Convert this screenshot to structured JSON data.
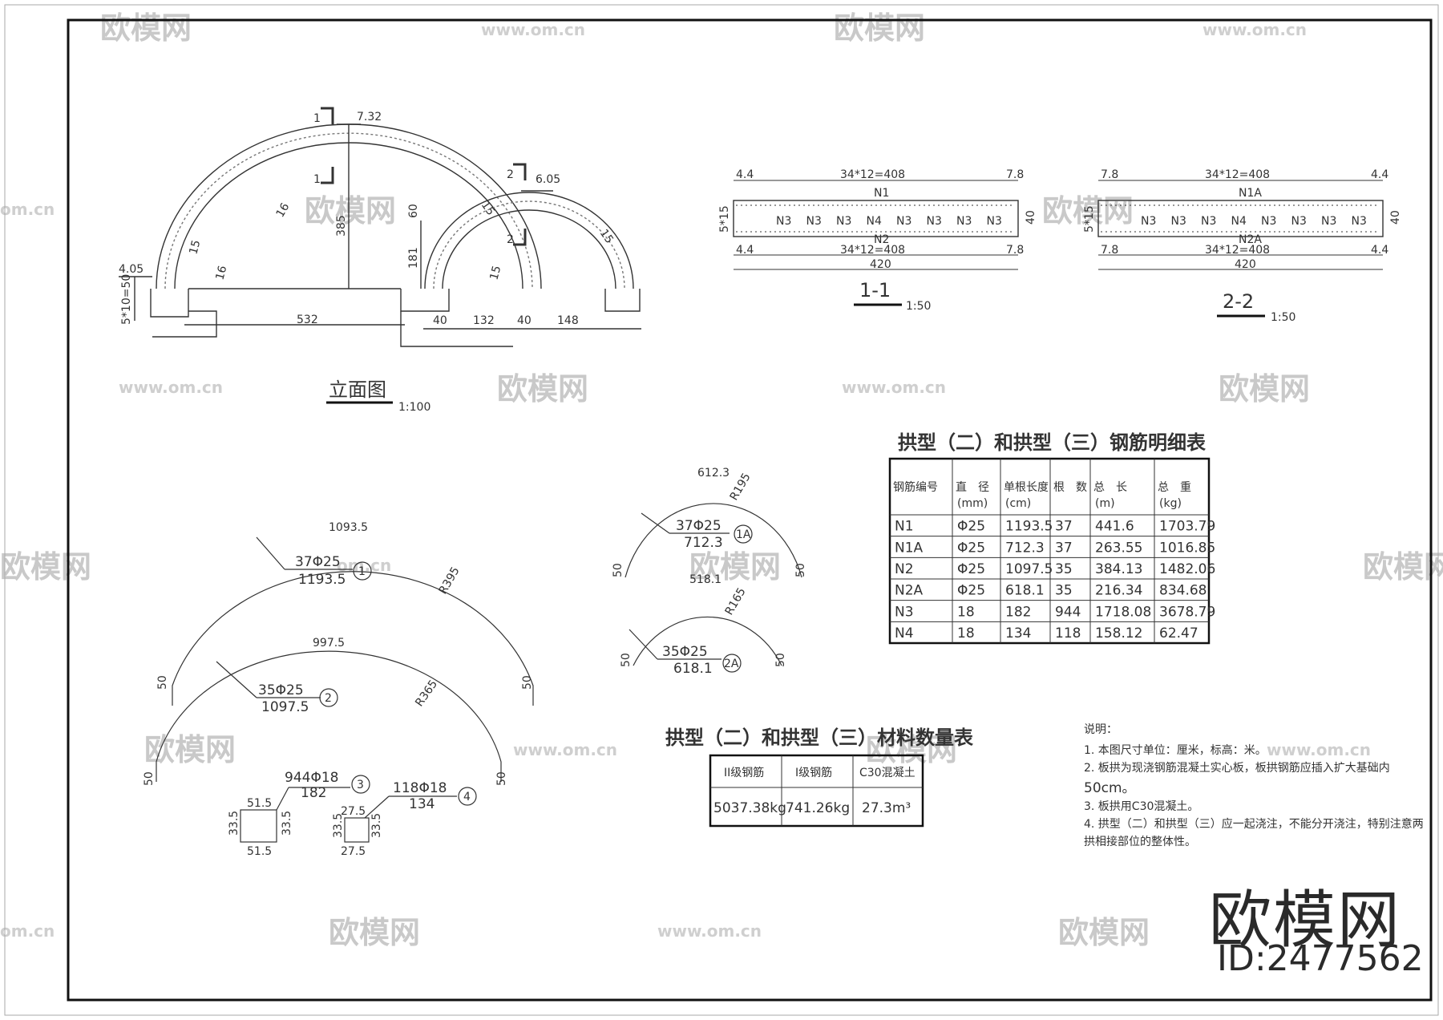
{
  "watermark": {
    "brand": "欧模网",
    "url": "www.om.cn",
    "url_short": "om.cn"
  },
  "elevation": {
    "title": "立面图",
    "scale": "1:100",
    "labels": {
      "sec1": "1",
      "sec2": "2",
      "top1": "7.32",
      "top2": "6.05",
      "h1": "385",
      "h2": "181",
      "h3": "60",
      "thk_a": "16",
      "thk_b": "15",
      "thk_c": "15",
      "thk_d": "16",
      "thk_e": "15",
      "thk_f": "15",
      "left_lvl": "4.05",
      "left_steps": "5*10=50",
      "span1": "532",
      "d40a": "40",
      "span2": "132",
      "d40b": "40",
      "span3": "148"
    }
  },
  "section11": {
    "title": "1-1",
    "scale": "1:50",
    "top_left": "4.4",
    "top_mid": "34*12=408",
    "top_right": "7.8",
    "top_bar": "N1",
    "bottom_bar": "N2",
    "bot_left": "4.4",
    "bot_mid": "34*12=408",
    "bot_right": "7.8",
    "total": "420",
    "height": "40",
    "side": "5*15",
    "n3": [
      "N3",
      "N3",
      "N3",
      "N4",
      "N3",
      "N3",
      "N3",
      "N3"
    ]
  },
  "section22": {
    "title": "2-2",
    "scale": "1:50",
    "top_left": "7.8",
    "top_mid": "34*12=408",
    "top_right": "4.4",
    "top_bar": "N1A",
    "bottom_bar": "N2A",
    "bot_left": "7.8",
    "bot_mid": "34*12=408",
    "bot_right": "4.4",
    "total": "420",
    "height": "40",
    "side": "5*15",
    "n3": [
      "N3",
      "N3",
      "N3",
      "N4",
      "N3",
      "N3",
      "N3",
      "N3"
    ]
  },
  "rebar_table": {
    "title": "拱型（二）和拱型（三）钢筋明细表",
    "headers": [
      "钢筋编号",
      "直　径",
      "单根长度",
      "根　数",
      "总　长",
      "总　重"
    ],
    "units": [
      "",
      "(mm)",
      "(cm)",
      "",
      "(m)",
      "(kg)"
    ],
    "rows": [
      [
        "N1",
        "Φ25",
        "1193.5",
        "37",
        "441.6",
        "1703.79"
      ],
      [
        "N1A",
        "Φ25",
        "712.3",
        "37",
        "263.55",
        "1016.85"
      ],
      [
        "N2",
        "Φ25",
        "1097.5",
        "35",
        "384.13",
        "1482.06"
      ],
      [
        "N2A",
        "Φ25",
        "618.1",
        "35",
        "216.34",
        "834.68"
      ],
      [
        "N3",
        "18",
        "182",
        "944",
        "1718.08",
        "3678.79"
      ],
      [
        "N4",
        "18",
        "134",
        "118",
        "158.12",
        "62.47"
      ]
    ]
  },
  "material_table": {
    "title": "拱型（二）和拱型（三）材料数量表",
    "headers": [
      "II级钢筋",
      "I级钢筋",
      "C30混凝土"
    ],
    "values": [
      "5037.38kg",
      "741.26kg",
      "27.3m³"
    ]
  },
  "notes": {
    "title": "说明：",
    "lines": [
      "1. 本图尺寸单位：厘米，标高：米。",
      "2. 板拱为现浇钢筋混凝土实心板，板拱钢筋应插入扩大基础内",
      "50cm。",
      "3. 板拱用C30混凝土。",
      "4. 拱型（二）和拱型（三）应一起浇注，不能分开浇注，特别注意两",
      "拱相接部位的整体性。"
    ]
  },
  "bars": {
    "b1": {
      "top": "1093.5",
      "spec": "37Φ25",
      "len": "1193.5",
      "no": "1",
      "r": "R395",
      "leg": "50"
    },
    "b2": {
      "top": "997.5",
      "spec": "35Φ25",
      "len": "1097.5",
      "no": "2",
      "r": "R365",
      "leg": "50"
    },
    "b1a": {
      "top": "612.3",
      "spec": "37Φ25",
      "len": "712.3",
      "no": "1A",
      "r": "R195",
      "leg": "50"
    },
    "b2a": {
      "top": "518.1",
      "spec": "35Φ25",
      "len": "618.1",
      "no": "2A",
      "r": "R165",
      "leg": "50"
    },
    "b3": {
      "spec": "944Φ18",
      "len": "182",
      "no": "3",
      "w1": "51.5",
      "w2": "51.5",
      "h1": "33.5",
      "h2": "33.5"
    },
    "b4": {
      "spec": "118Φ18",
      "len": "134",
      "no": "4",
      "w1": "27.5",
      "w2": "27.5",
      "h1": "33.5",
      "h2": "33.5"
    }
  },
  "brand_block": {
    "brand": "欧模网",
    "id": "ID:2477562"
  }
}
